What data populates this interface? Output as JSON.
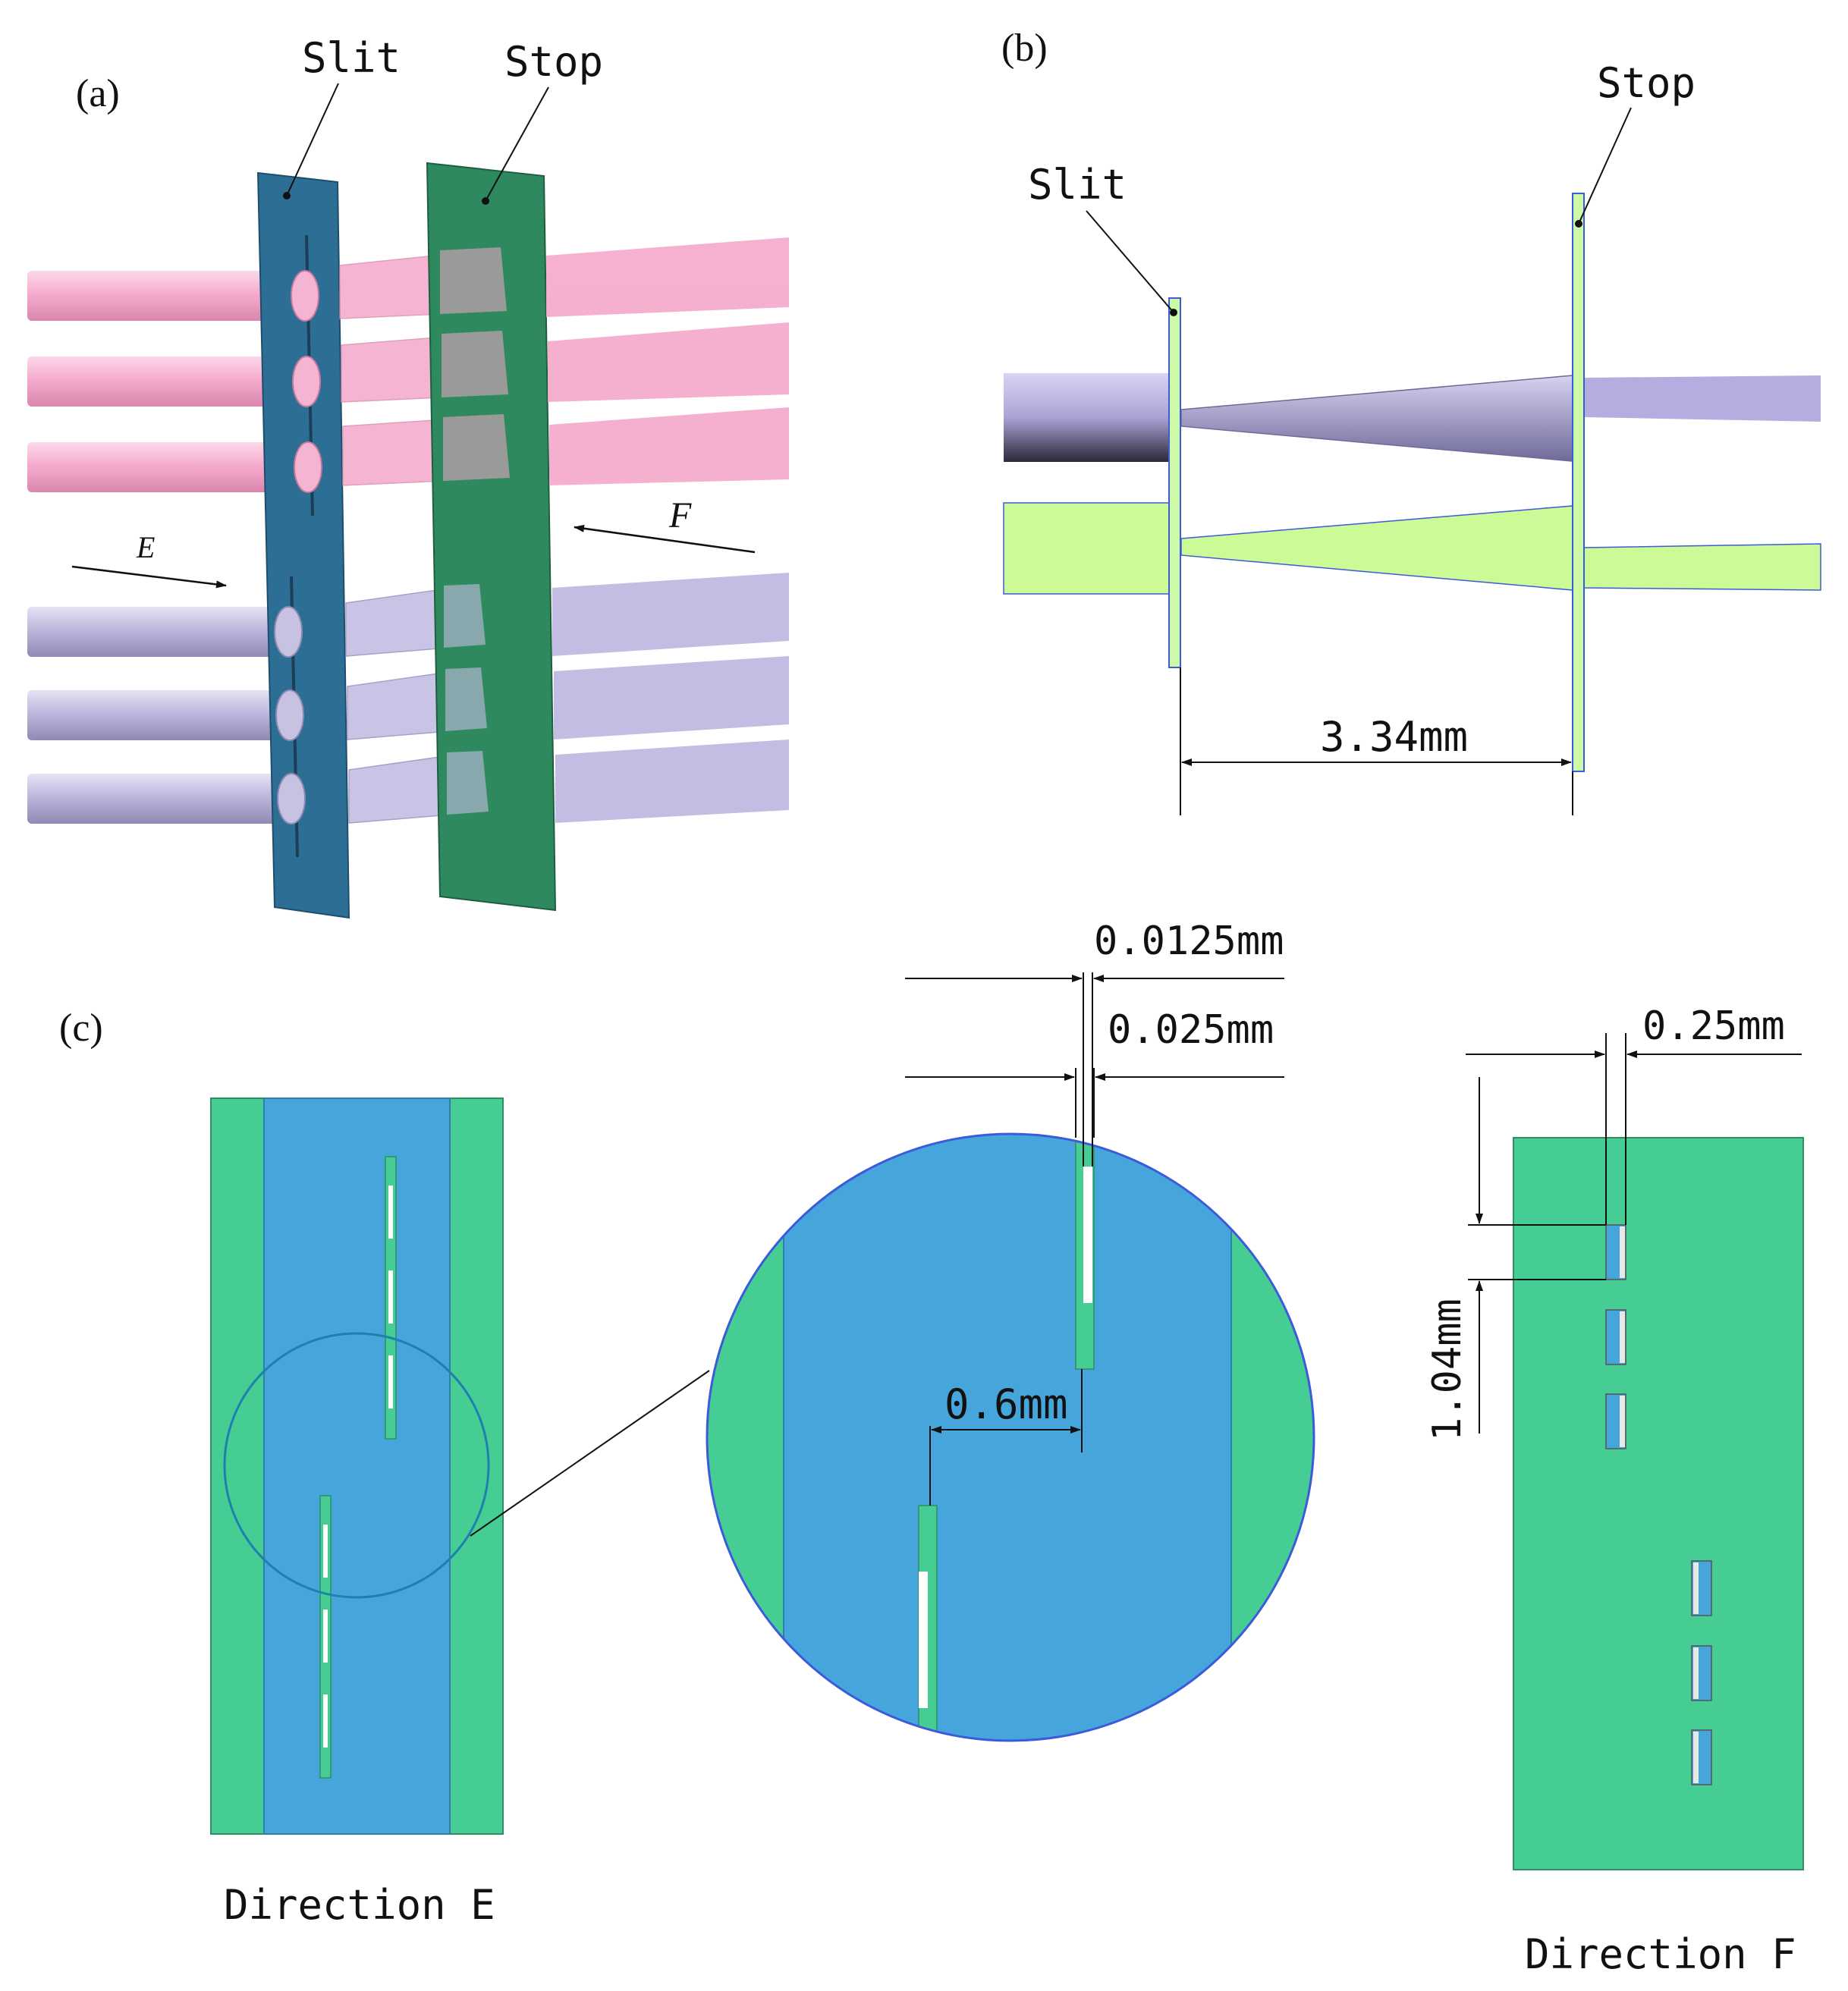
{
  "panels": {
    "a": {
      "label": "(a)",
      "slit_label": "Slit",
      "stop_label": "Stop",
      "arrow_e_label": "E",
      "arrow_f_label": "F",
      "colors": {
        "slit_plate": "#2c6e94",
        "stop_plate": "#2e8a5e",
        "pink_beam": "#f3a6c8",
        "violet_beam": "#c4bde3"
      }
    },
    "b": {
      "label": "(b)",
      "slit_label": "Slit",
      "stop_label": "Stop",
      "distance_label": "3.34mm",
      "colors": {
        "upper_beam": "#b4addf",
        "lower_beam": "#ccfa96",
        "plate": "#cdfaa6",
        "plate_edge": "#3b5bdb"
      }
    },
    "c": {
      "label": "(c)",
      "direction_e_caption": "Direction E",
      "direction_f_caption": "Direction F",
      "dim_0125": "0.0125mm",
      "dim_025": "0.025mm",
      "dim_06": "0.6mm",
      "dim_025b": "0.25mm",
      "dim_104": "1.04mm",
      "colors": {
        "green": "#46cd93",
        "blue": "#46a5da",
        "circle_edge": "#3b5bdb"
      }
    }
  }
}
